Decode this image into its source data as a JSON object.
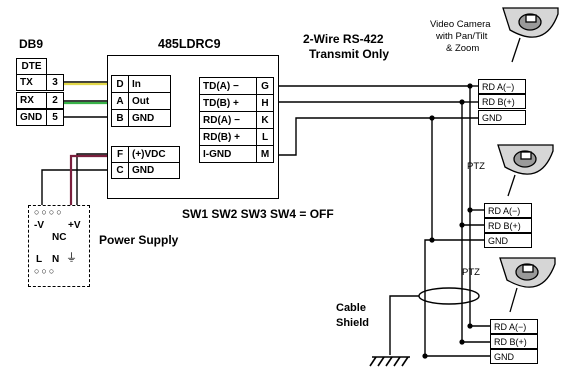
{
  "db9": {
    "title": "DB9",
    "header": "DTE",
    "rows": [
      {
        "sig": "TX",
        "pin": "3"
      },
      {
        "sig": "RX",
        "pin": "2"
      },
      {
        "sig": "GND",
        "pin": "5"
      }
    ]
  },
  "converter": {
    "title": "485LDRC9",
    "left": [
      {
        "t": "D",
        "label": "In"
      },
      {
        "t": "A",
        "label": "Out"
      },
      {
        "t": "B",
        "label": "GND"
      }
    ],
    "power": [
      {
        "t": "F",
        "label": "(+)VDC"
      },
      {
        "t": "C",
        "label": "GND"
      }
    ],
    "right": [
      {
        "label": "TD(A) −",
        "t": "G"
      },
      {
        "label": "TD(B) +",
        "t": "H"
      },
      {
        "label": "RD(A) −",
        "t": "K"
      },
      {
        "label": "RD(B) +",
        "t": "L"
      },
      {
        "label": "I-GND",
        "t": "M"
      }
    ]
  },
  "note": {
    "line1": "2-Wire RS-422",
    "line2": "Transmit Only"
  },
  "switches": "SW1 SW2 SW3 SW4 = OFF",
  "power_supply": {
    "label": "Power Supply",
    "neg": "-V",
    "pos": "+V",
    "nc": "NC",
    "l": "L",
    "n": "N",
    "ground_symbol": "⏚"
  },
  "cable": {
    "line1": "Cable",
    "line2": "Shield"
  },
  "cameras": [
    {
      "label_lines": [
        "Video Camera",
        "with Pan/Tilt",
        "& Zoom"
      ],
      "rows": [
        "RD A(−)",
        "RD B(+)",
        "GND"
      ]
    },
    {
      "label_lines": [
        "PTZ"
      ],
      "rows": [
        "RD A(−)",
        "RD B(+)",
        "GND"
      ]
    },
    {
      "label_lines": [
        "PTZ"
      ],
      "rows": [
        "RD A(−)",
        "RD B(+)",
        "GND"
      ]
    }
  ],
  "colors": {
    "yellow": "#e3d84a",
    "green": "#39b249",
    "maroon": "#7a1f3d",
    "line": "#000000"
  }
}
